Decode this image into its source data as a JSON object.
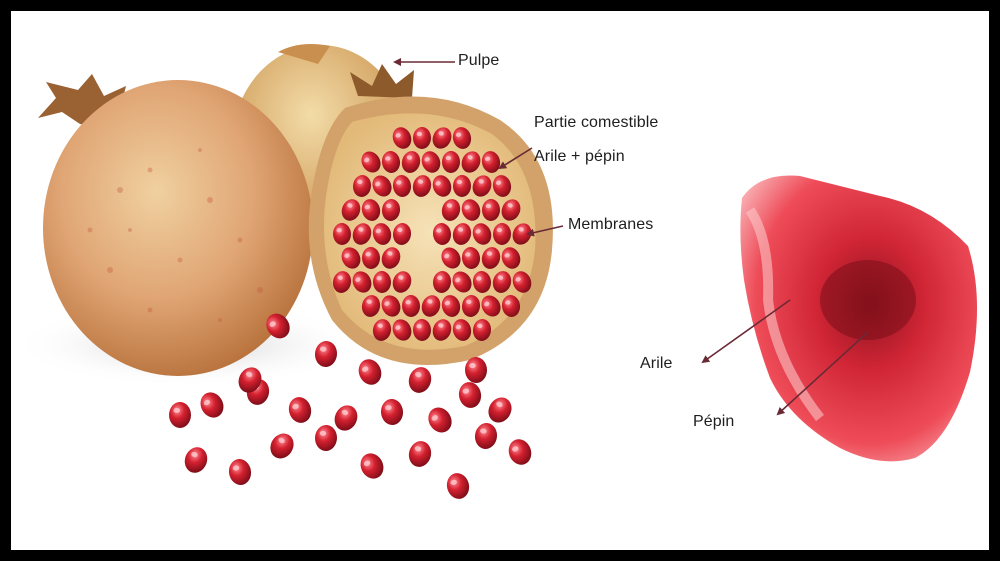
{
  "labels": {
    "pulpe": "Pulpe",
    "partie_comestible": "Partie comestible",
    "arile_pepin": "Arile + pépin",
    "membranes": "Membranes",
    "arile": "Arile",
    "pepin": "Pépin"
  },
  "colors": {
    "frame": "#000000",
    "background": "#ffffff",
    "label_text": "#1e1e1e",
    "pointer_line": "#6a2a35",
    "aril_red": "#c21a2a",
    "rind": "#d89e6e",
    "membrane": "#e9c98e"
  }
}
